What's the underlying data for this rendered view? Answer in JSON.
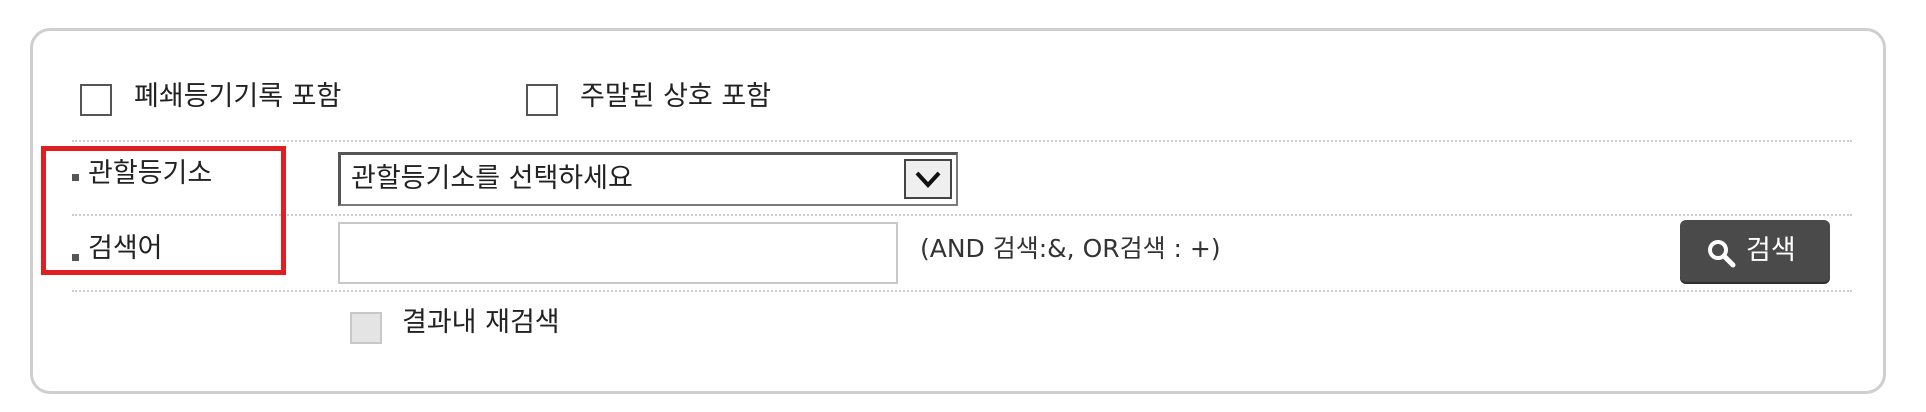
{
  "options": {
    "include_closed": "폐쇄등기기록 포함",
    "include_relocated": "주말된 상호 포함"
  },
  "fields": {
    "registry_label": "관할등기소",
    "registry_select_value": "관할등기소를 선택하세요",
    "keyword_label": "검색어",
    "keyword_value": "",
    "keyword_hint": "(AND 검색:&, OR검색 : +)"
  },
  "search_button": {
    "label": "검색",
    "icon": "search-icon"
  },
  "refine": {
    "label": "결과내 재검색"
  },
  "colors": {
    "highlight": "#e02020",
    "button_bg": "#4a4a4a",
    "panel_border": "#cfcfcf"
  }
}
